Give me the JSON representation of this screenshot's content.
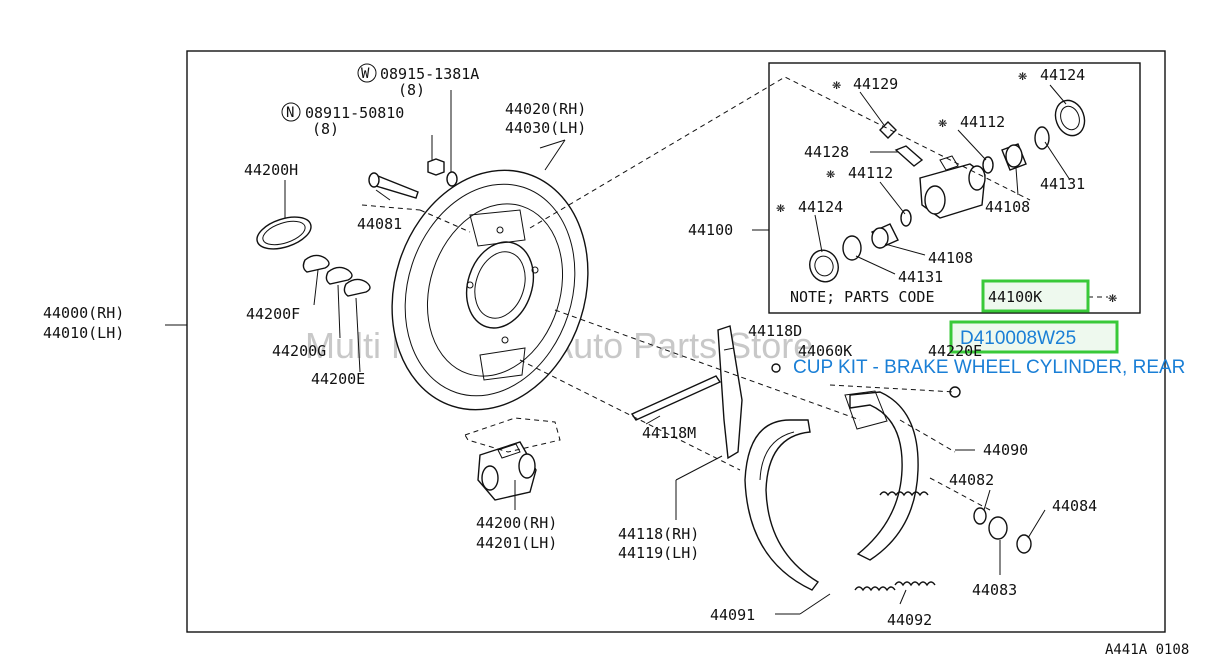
{
  "parts": {
    "washer_w": "08915-1381A",
    "washer_w_qty": "(8)",
    "nut_n": "08911-50810",
    "nut_n_qty": "(8)",
    "backplate_rh": "44020(RH)",
    "backplate_lh": "44030(LH)",
    "p44200H": "44200H",
    "p44081": "44081",
    "p44200F": "44200F",
    "p44200G": "44200G",
    "p44200E": "44200E",
    "assy_rh": "44000(RH)",
    "assy_lh": "44010(LH)",
    "p44100": "44100",
    "p44129": "44129",
    "p44124a": "44124",
    "p44112a": "44112",
    "p44128": "44128",
    "p44112b": "44112",
    "p44131a": "44131",
    "p44108a": "44108",
    "p44124b": "44124",
    "p44108b": "44108",
    "p44131b": "44131",
    "note": "NOTE; PARTS CODE",
    "p44100K": "44100K",
    "p44118D": "44118D",
    "p44060K": "44060K",
    "p44220E": "44220E",
    "p44118M": "44118M",
    "p44090": "44090",
    "p44082": "44082",
    "p44084": "44084",
    "cyl_rh": "44200(RH)",
    "cyl_lh": "44201(LH)",
    "lever_rh": "44118(RH)",
    "lever_lh": "44119(LH)",
    "p44083": "44083",
    "p44091": "44091",
    "p44092": "44092",
    "diagram_code": "A441A 0108"
  },
  "symbols": {
    "w": "W",
    "n": "N",
    "star": "❋"
  },
  "overlay": {
    "part_number": "D410008W25",
    "description": "CUP KIT - BRAKE WHEEL CYLINDER, REAR",
    "watermark": "Multi Merchant Auto Parts Store"
  },
  "colors": {
    "highlight": "#39c939",
    "link_blue": "#1a7fd6",
    "watermark": "#c8c8c8"
  }
}
